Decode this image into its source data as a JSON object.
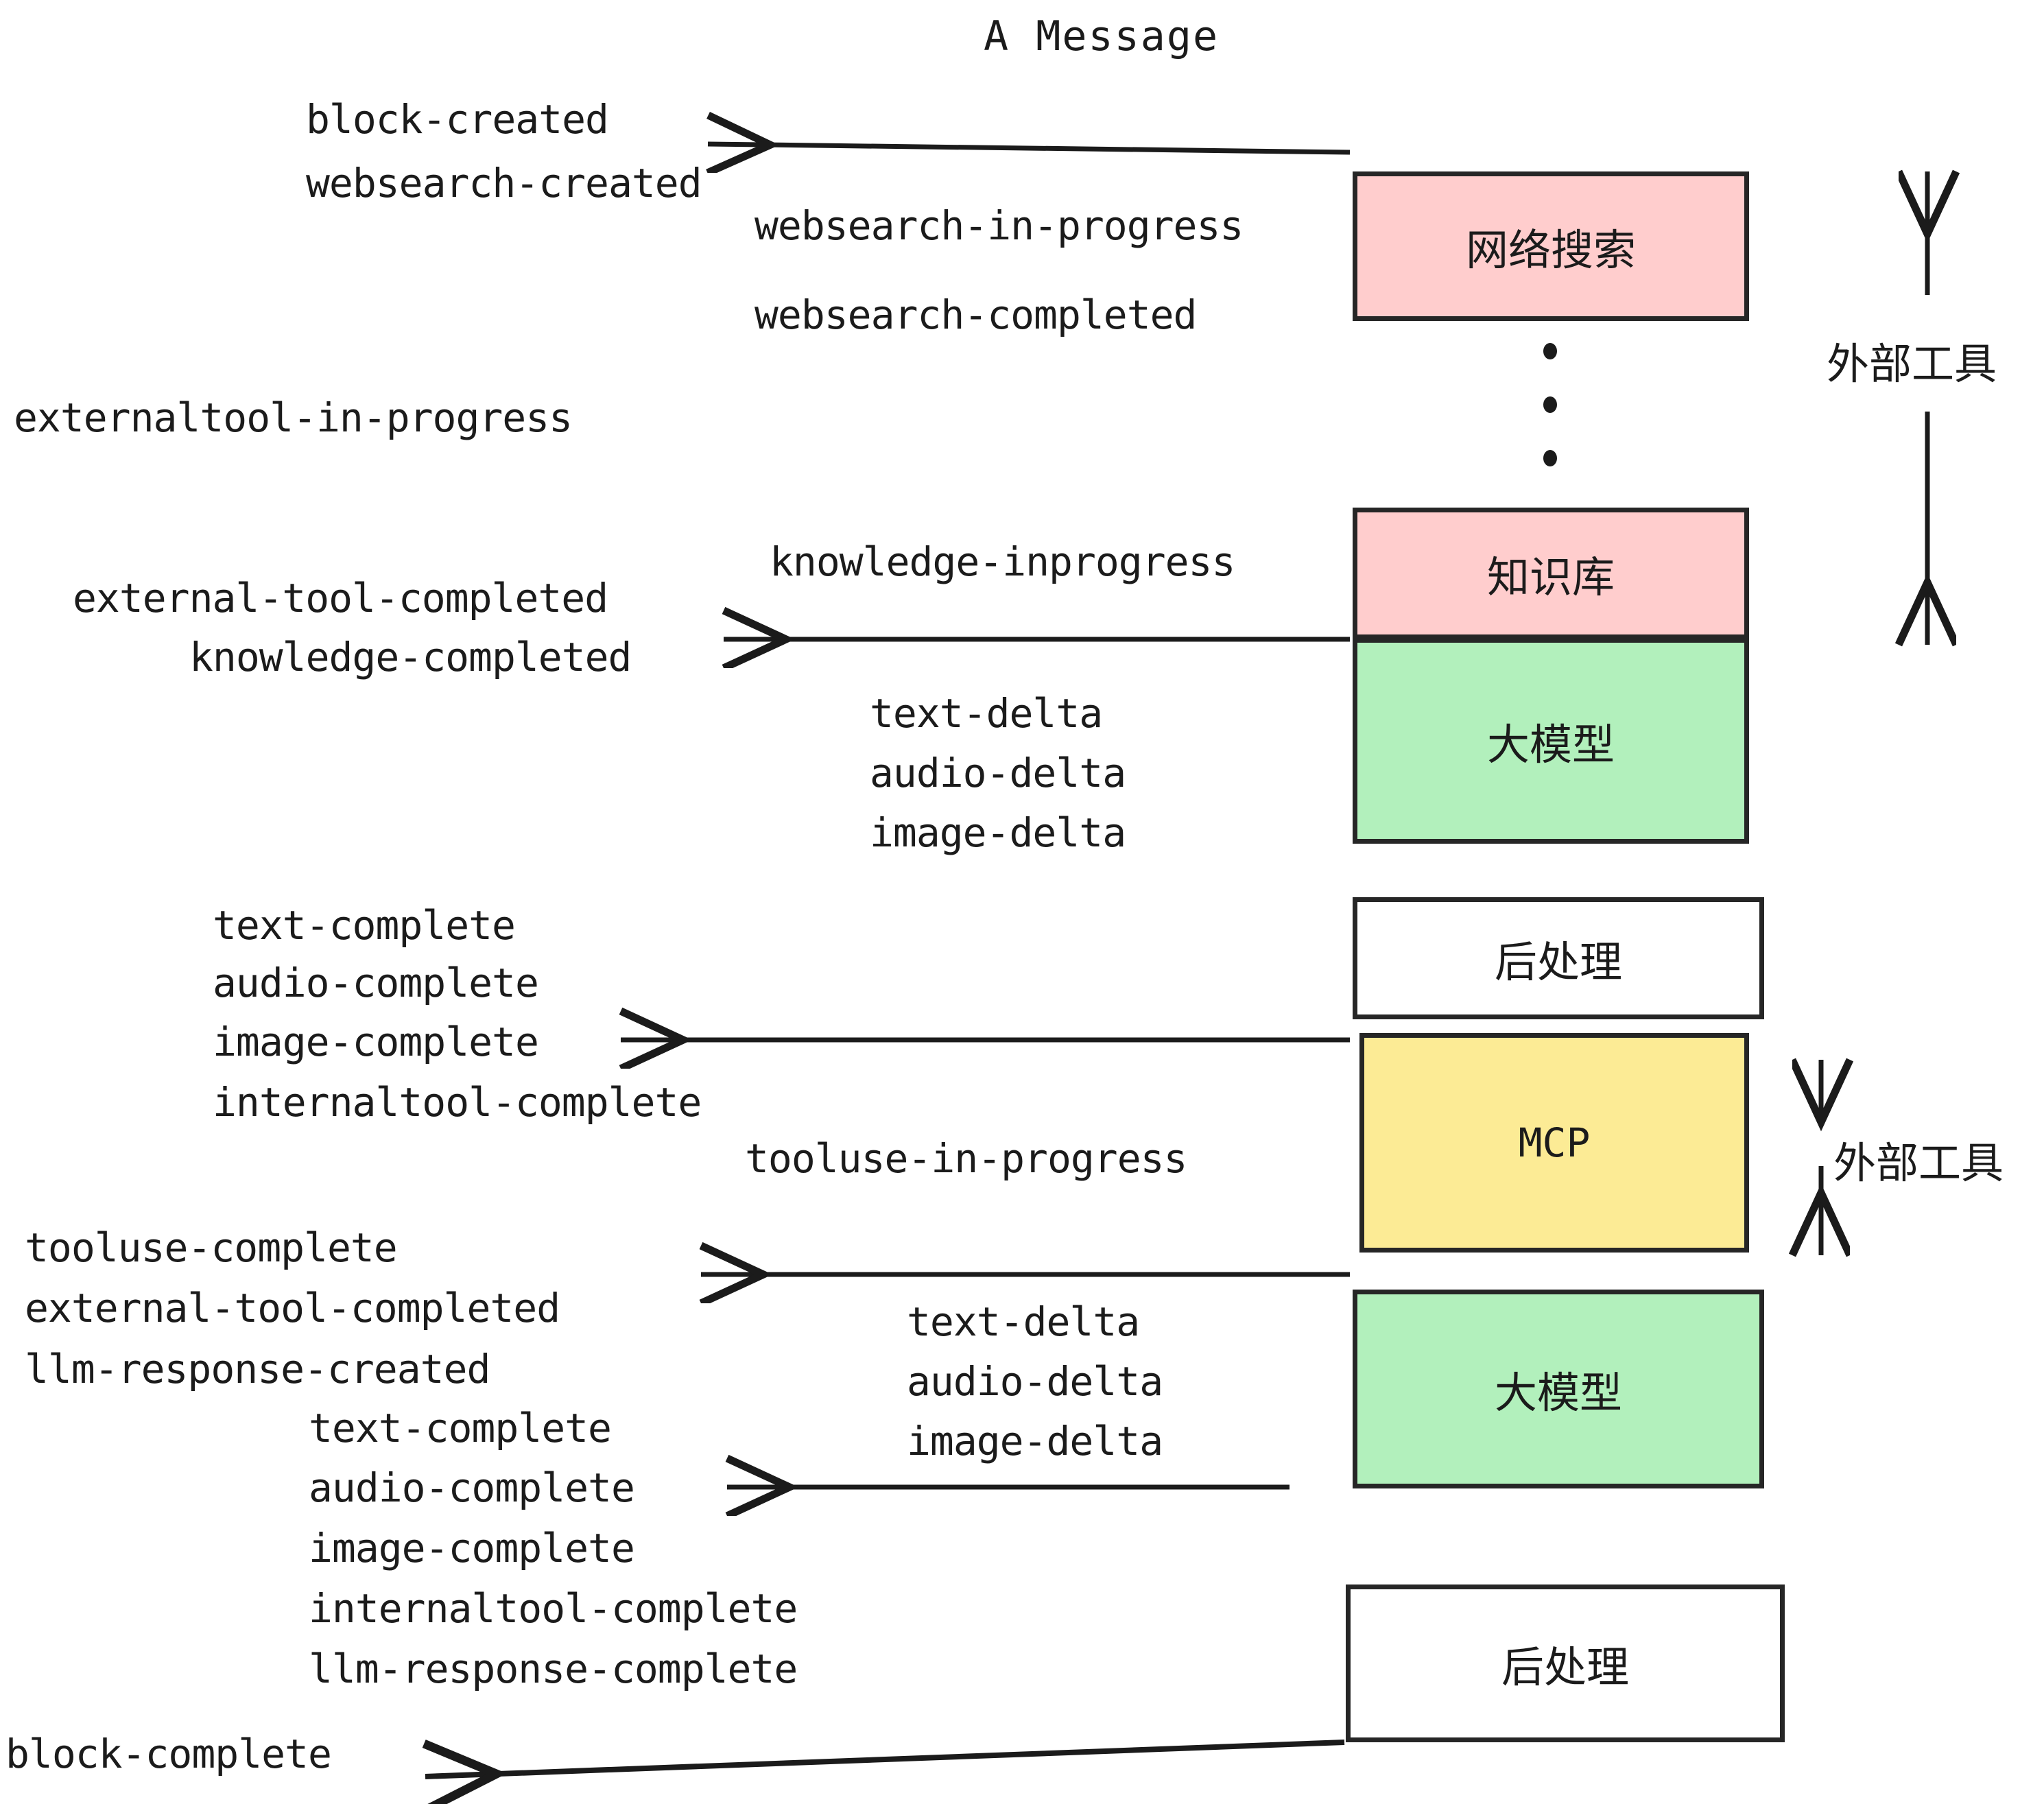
{
  "title": "A Message",
  "colors": {
    "pink": "#FFCDCD",
    "green": "#B2F0BC",
    "yellow": "#FCEB95",
    "white": "#FFFFFF",
    "stroke": "#262626",
    "text": "#1B1B1B",
    "background": "#FFFFFF"
  },
  "boxes": [
    {
      "label": "网络搜索",
      "fill": "#FFCDCD"
    },
    {
      "label": "知识库",
      "fill": "#FFCDCD"
    },
    {
      "label": "大模型",
      "fill": "#B2F0BC"
    },
    {
      "label": "后处理",
      "fill": "#FFFFFF"
    },
    {
      "label": "MCP",
      "fill": "#FCEB95"
    },
    {
      "label": "大模型",
      "fill": "#B2F0BC"
    },
    {
      "label": "后处理",
      "fill": "#FFFFFF"
    }
  ],
  "side_labels": [
    {
      "text": "外部工具"
    },
    {
      "text": "外部工具"
    }
  ],
  "events": [
    {
      "text": "block-created"
    },
    {
      "text": "websearch-created"
    },
    {
      "text": "websearch-in-progress"
    },
    {
      "text": "websearch-completed"
    },
    {
      "text": "externaltool-in-progress"
    },
    {
      "text": "knowledge-inprogress"
    },
    {
      "text": "external-tool-completed"
    },
    {
      "text": "knowledge-completed"
    },
    {
      "text": "text-delta"
    },
    {
      "text": "audio-delta"
    },
    {
      "text": "image-delta"
    },
    {
      "text": "text-complete"
    },
    {
      "text": "audio-complete"
    },
    {
      "text": "image-complete"
    },
    {
      "text": "internaltool-complete"
    },
    {
      "text": "tooluse-in-progress"
    },
    {
      "text": "tooluse-complete"
    },
    {
      "text": "external-tool-completed"
    },
    {
      "text": "llm-response-created"
    },
    {
      "text": "text-delta"
    },
    {
      "text": "audio-delta"
    },
    {
      "text": "image-delta"
    },
    {
      "text": "text-complete"
    },
    {
      "text": "audio-complete"
    },
    {
      "text": "image-complete"
    },
    {
      "text": "internaltool-complete"
    },
    {
      "text": "llm-response-complete"
    },
    {
      "text": "block-complete"
    }
  ]
}
